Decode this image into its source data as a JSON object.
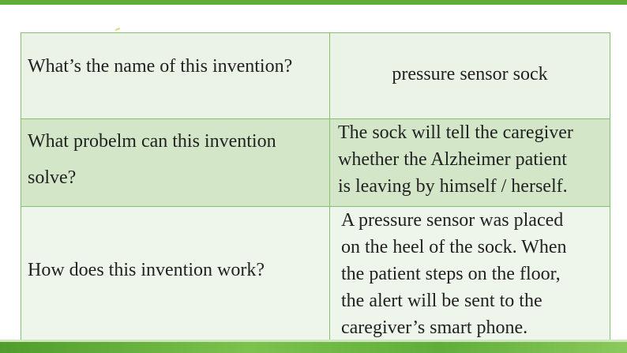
{
  "table": {
    "rows": [
      {
        "question": "What’s the name of this invention?",
        "answer_lines": [
          "pressure sensor sock"
        ]
      },
      {
        "question_lines": [
          "What probelm can this invention",
          "solve?"
        ],
        "answer_lines": [
          "The sock will tell the caregiver",
          "whether the Alzheimer patient",
          "is leaving by himself / herself."
        ]
      },
      {
        "question": "How does this invention work?",
        "answer_lines": [
          "A pressure sensor was placed",
          "on the heel of the sock. When",
          "the patient steps on the floor,",
          "the alert will be sent to the",
          "caregiver’s smart phone."
        ]
      }
    ]
  },
  "colors": {
    "border": "#88c071",
    "row1_bg": "#ebf2e6",
    "row2_bg": "#d3e6c8",
    "row3_bg": "#eef5ea",
    "accent_green": "#5fae3a"
  }
}
